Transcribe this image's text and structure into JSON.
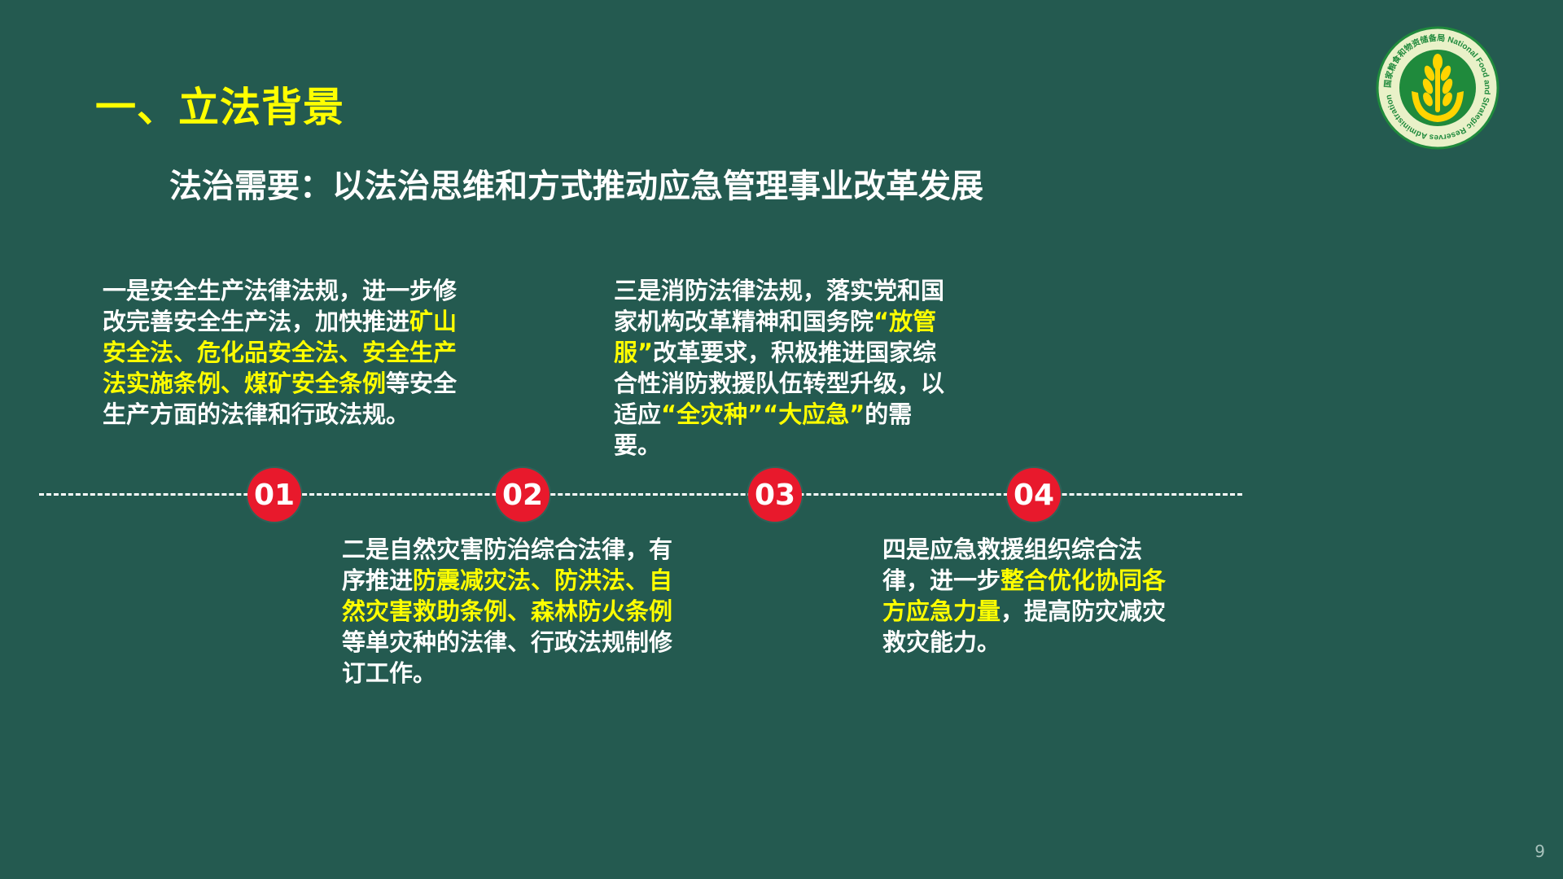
{
  "slide": {
    "title": "一、立法背景",
    "subtitle": "法治需要：以法治思维和方式推动应急管理事业改革发展",
    "page_number": "9"
  },
  "logo": {
    "ring_text": "国家粮食和物资储备局 National Food and Strategic Reserves Administration"
  },
  "timeline": {
    "markers": [
      "01",
      "02",
      "03",
      "04"
    ]
  },
  "blocks": [
    {
      "parts": [
        {
          "text": "一是安全生产法律法规，进一步修改完善安全生产法，加快推进",
          "hl": false
        },
        {
          "text": "矿山安全法、危化品安全法、安全生产法实施条例、煤矿安全条例",
          "hl": true
        },
        {
          "text": "等安全生产方面的法律和行政法规。",
          "hl": false
        }
      ]
    },
    {
      "parts": [
        {
          "text": "二是自然灾害防治综合法律，有序推进",
          "hl": false
        },
        {
          "text": "防震减灾法、防洪法、自然灾害救助条例、森林防火条例",
          "hl": true
        },
        {
          "text": "等单灾种的法律、行政法规制修订工作。",
          "hl": false
        }
      ]
    },
    {
      "parts": [
        {
          "text": "三是消防法律法规，落实党和国家机构改革精神和国务院",
          "hl": false
        },
        {
          "text": "“放管服”",
          "hl": true
        },
        {
          "text": "改革要求，积极推进国家综合性消防救援队伍转型升级，以适应",
          "hl": false
        },
        {
          "text": "“全灾种”“大应急”",
          "hl": true
        },
        {
          "text": "的需要。",
          "hl": false
        }
      ]
    },
    {
      "parts": [
        {
          "text": "四是应急救援组织综合法律，进一步",
          "hl": false
        },
        {
          "text": "整合优化协同各方应急力量",
          "hl": true
        },
        {
          "text": "，提高防灾减灾救灾能力。",
          "hl": false
        }
      ]
    }
  ],
  "colors": {
    "background": "#245a50",
    "title": "#ffff00",
    "highlight": "#ffff00",
    "marker": "#e8192c"
  }
}
